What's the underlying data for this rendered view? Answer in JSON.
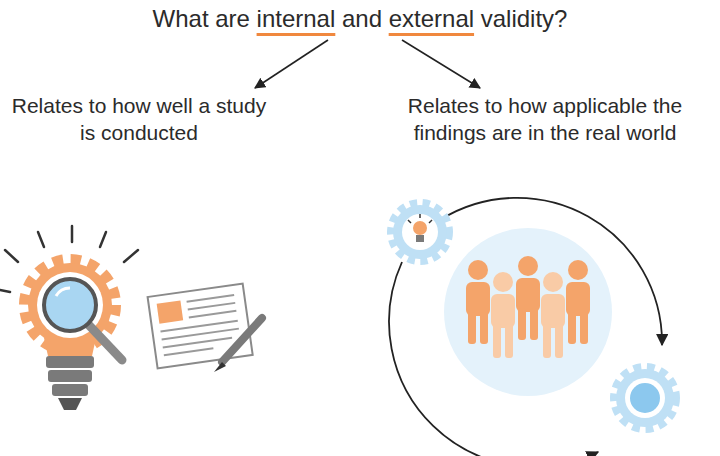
{
  "diagram": {
    "title": "What are internal and external validity?",
    "labels": [
      "Relates to how well a study is conducted",
      "Relates to how applicable the findings are in the real world"
    ]
  }
}
